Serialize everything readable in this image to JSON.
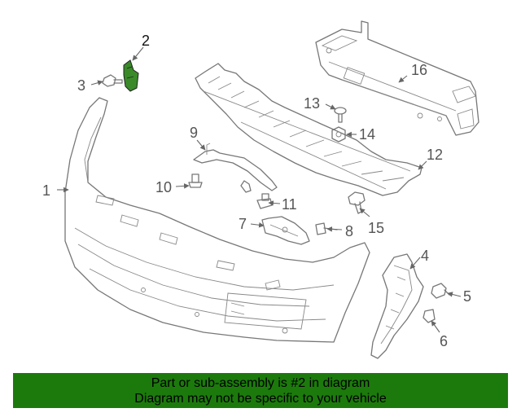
{
  "callouts": {
    "c1": "1",
    "c2": "2",
    "c3": "3",
    "c4": "4",
    "c5": "5",
    "c6": "6",
    "c7": "7",
    "c8": "8",
    "c9": "9",
    "c10": "10",
    "c11": "11",
    "c12": "12",
    "c13": "13",
    "c14": "14",
    "c15": "15",
    "c16": "16"
  },
  "highlighted_part": "2",
  "colors": {
    "highlight_part": "#3a8a2a",
    "footer_background": "#1c7a0c",
    "line_art": "#777777"
  },
  "footer": {
    "line1": "Part or sub-assembly is #2 in diagram",
    "line2": "Diagram may not be specific to your vehicle"
  }
}
